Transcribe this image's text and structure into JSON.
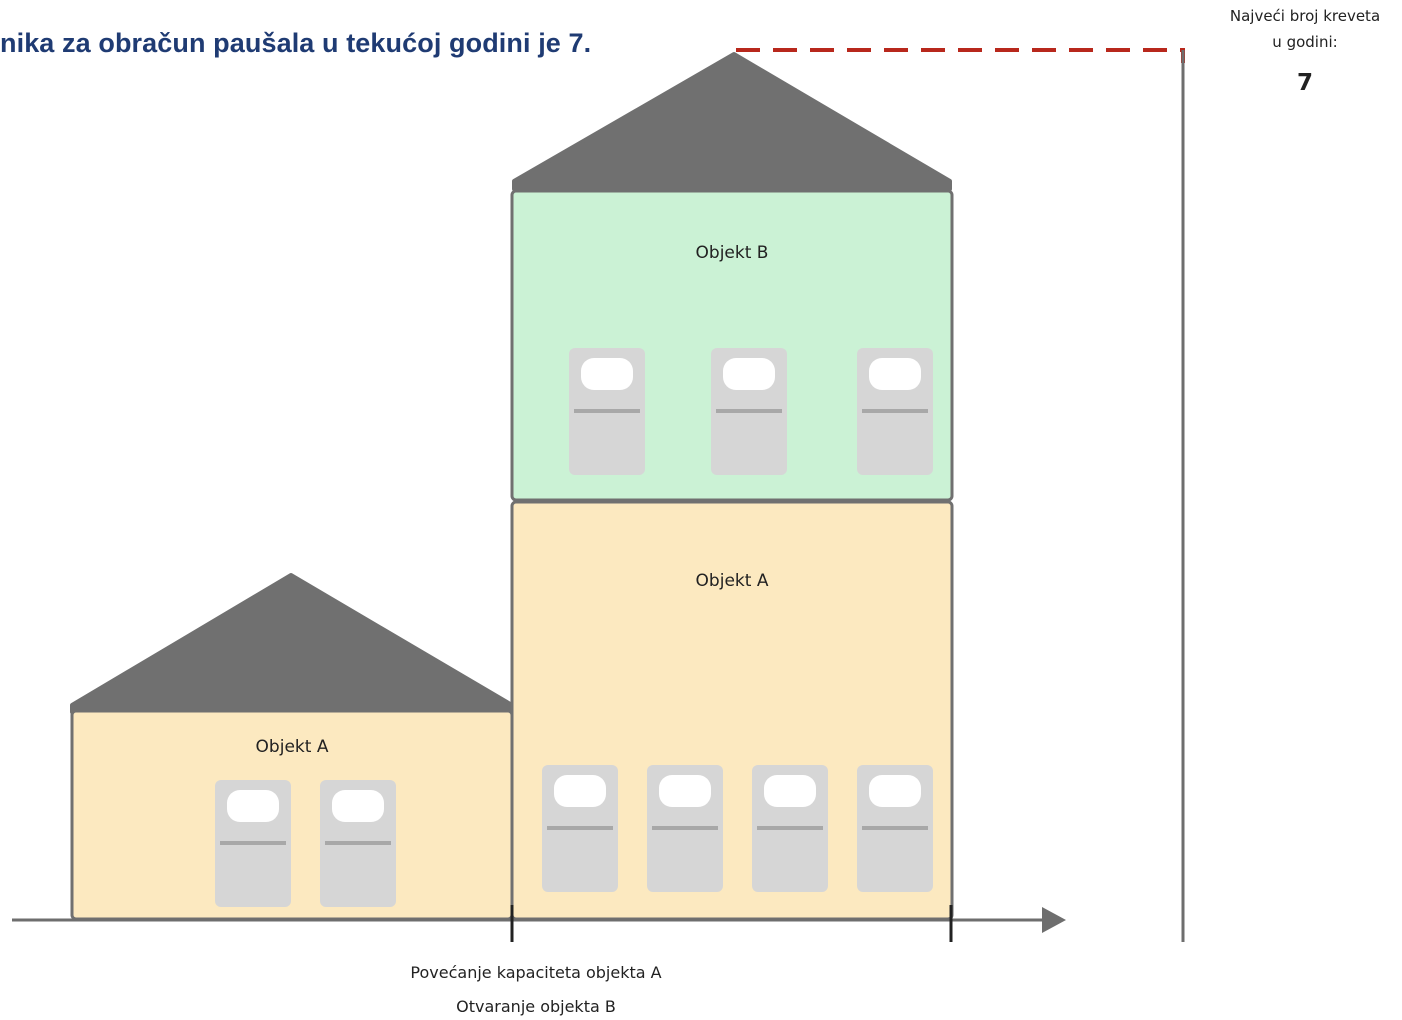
{
  "title": "nika za obračun paušala u tekućoj godini je 7.",
  "side": {
    "label_line1": "Najveći broj kreveta",
    "label_line2": "u godini:",
    "value": "7"
  },
  "buildings": {
    "first_object_label": "Objekt A",
    "upper_object_label": "Objekt B",
    "lower_object_label": "Objekt A"
  },
  "beds": {
    "first_object": 2,
    "object_b": 3,
    "object_a_expanded": 4
  },
  "axis": {
    "event_line1": "Povećanje kapaciteta objekta A",
    "event_line2": "Otvaranje objekta B"
  },
  "colors": {
    "title": "#1f3b73",
    "roof": "#707070",
    "object_a_fill": "#fce9c0",
    "object_b_fill": "#cbf2d5",
    "bed": "#d6d6d6",
    "dashed_line": "#b8281c"
  }
}
